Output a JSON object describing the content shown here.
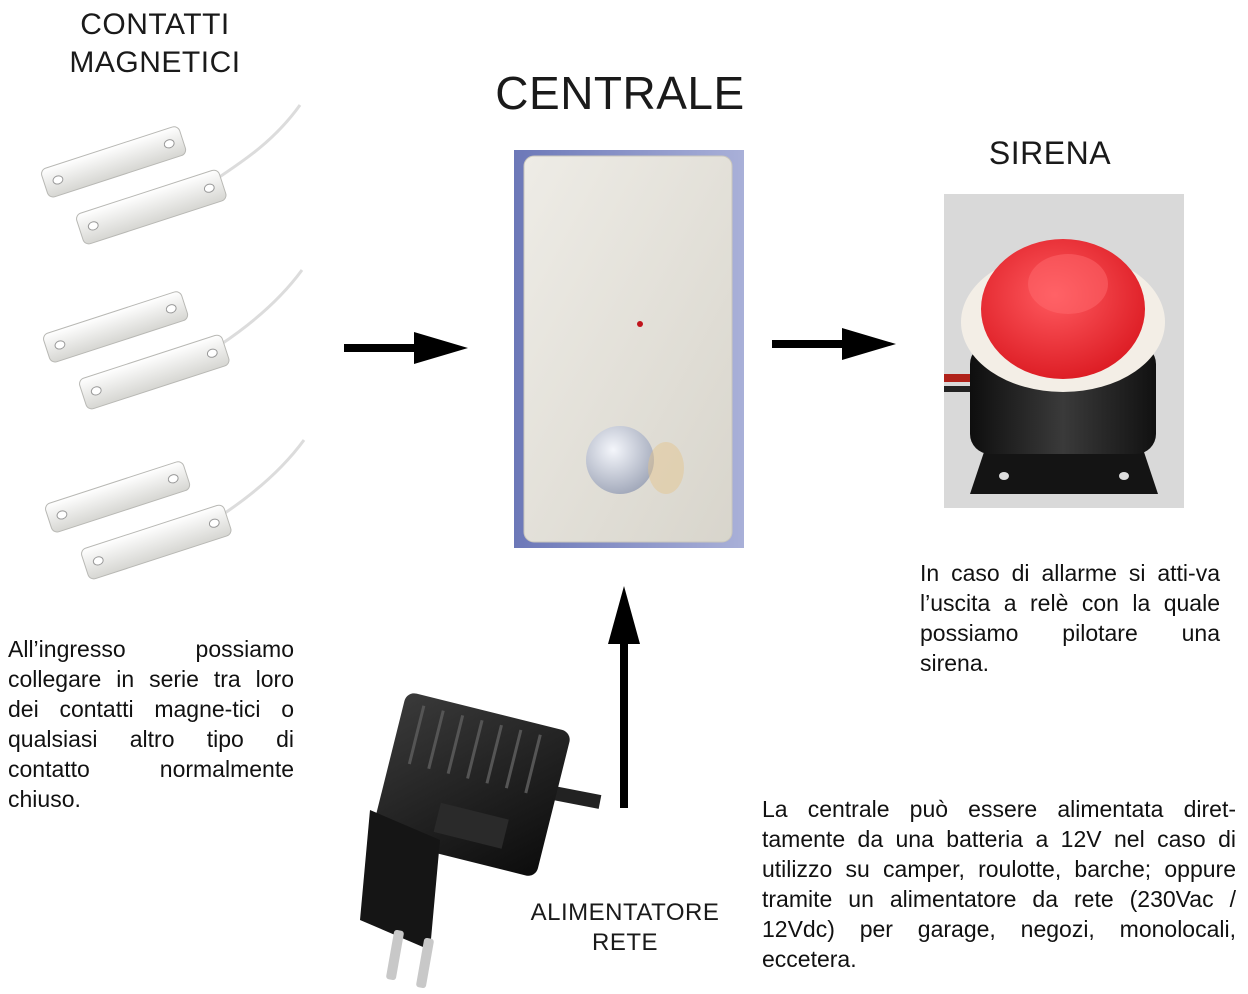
{
  "titles": {
    "contatti_line1": "CONTATTI",
    "contatti_line2": "MAGNETICI",
    "centrale": "CENTRALE",
    "sirena": "SIRENA",
    "alimentatore_line1": "ALIMENTATORE",
    "alimentatore_line2": "RETE"
  },
  "texts": {
    "left": "All’ingresso possiamo collegare in serie tra loro dei contatti magne-tici o qualsiasi altro tipo di contatto normalmente chiuso.",
    "right": "In caso di allarme si atti-va l’uscita a relè con la quale possiamo pilotare una sirena.",
    "bottom": "La centrale può essere alimentata diret-tamente da una batteria a 12V nel caso di utilizzo su camper, roulotte, barche; oppure tramite un alimentatore da rete (230Vac / 12Vdc) per garage, negozi, monolocali, eccetera."
  },
  "colors": {
    "arrow": "#000000",
    "siren_red": "#e8202a",
    "siren_body": "#1c1c1c",
    "centrale_box": "#e4e2dc",
    "contact": "#f2f2f0"
  }
}
